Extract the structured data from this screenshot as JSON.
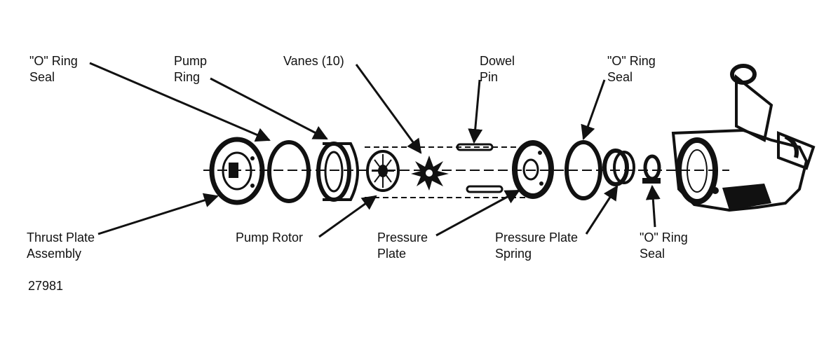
{
  "labels": {
    "oring_seal_left": [
      "\"O\" Ring",
      "Seal"
    ],
    "pump_ring": [
      "Pump",
      "Ring"
    ],
    "vanes": [
      "Vanes (10)"
    ],
    "dowel_pin": [
      "Dowel",
      "Pin"
    ],
    "oring_seal_right": [
      "\"O\" Ring",
      "Seal"
    ],
    "thrust_plate": [
      "Thrust Plate",
      "Assembly"
    ],
    "pump_rotor": [
      "Pump Rotor"
    ],
    "pressure_plate": [
      "Pressure",
      "Plate"
    ],
    "pressure_plate_spring": [
      "Pressure Plate",
      "Spring"
    ],
    "oring_seal_small": [
      "\"O\" Ring",
      "Seal"
    ]
  },
  "figure_number": "27981"
}
